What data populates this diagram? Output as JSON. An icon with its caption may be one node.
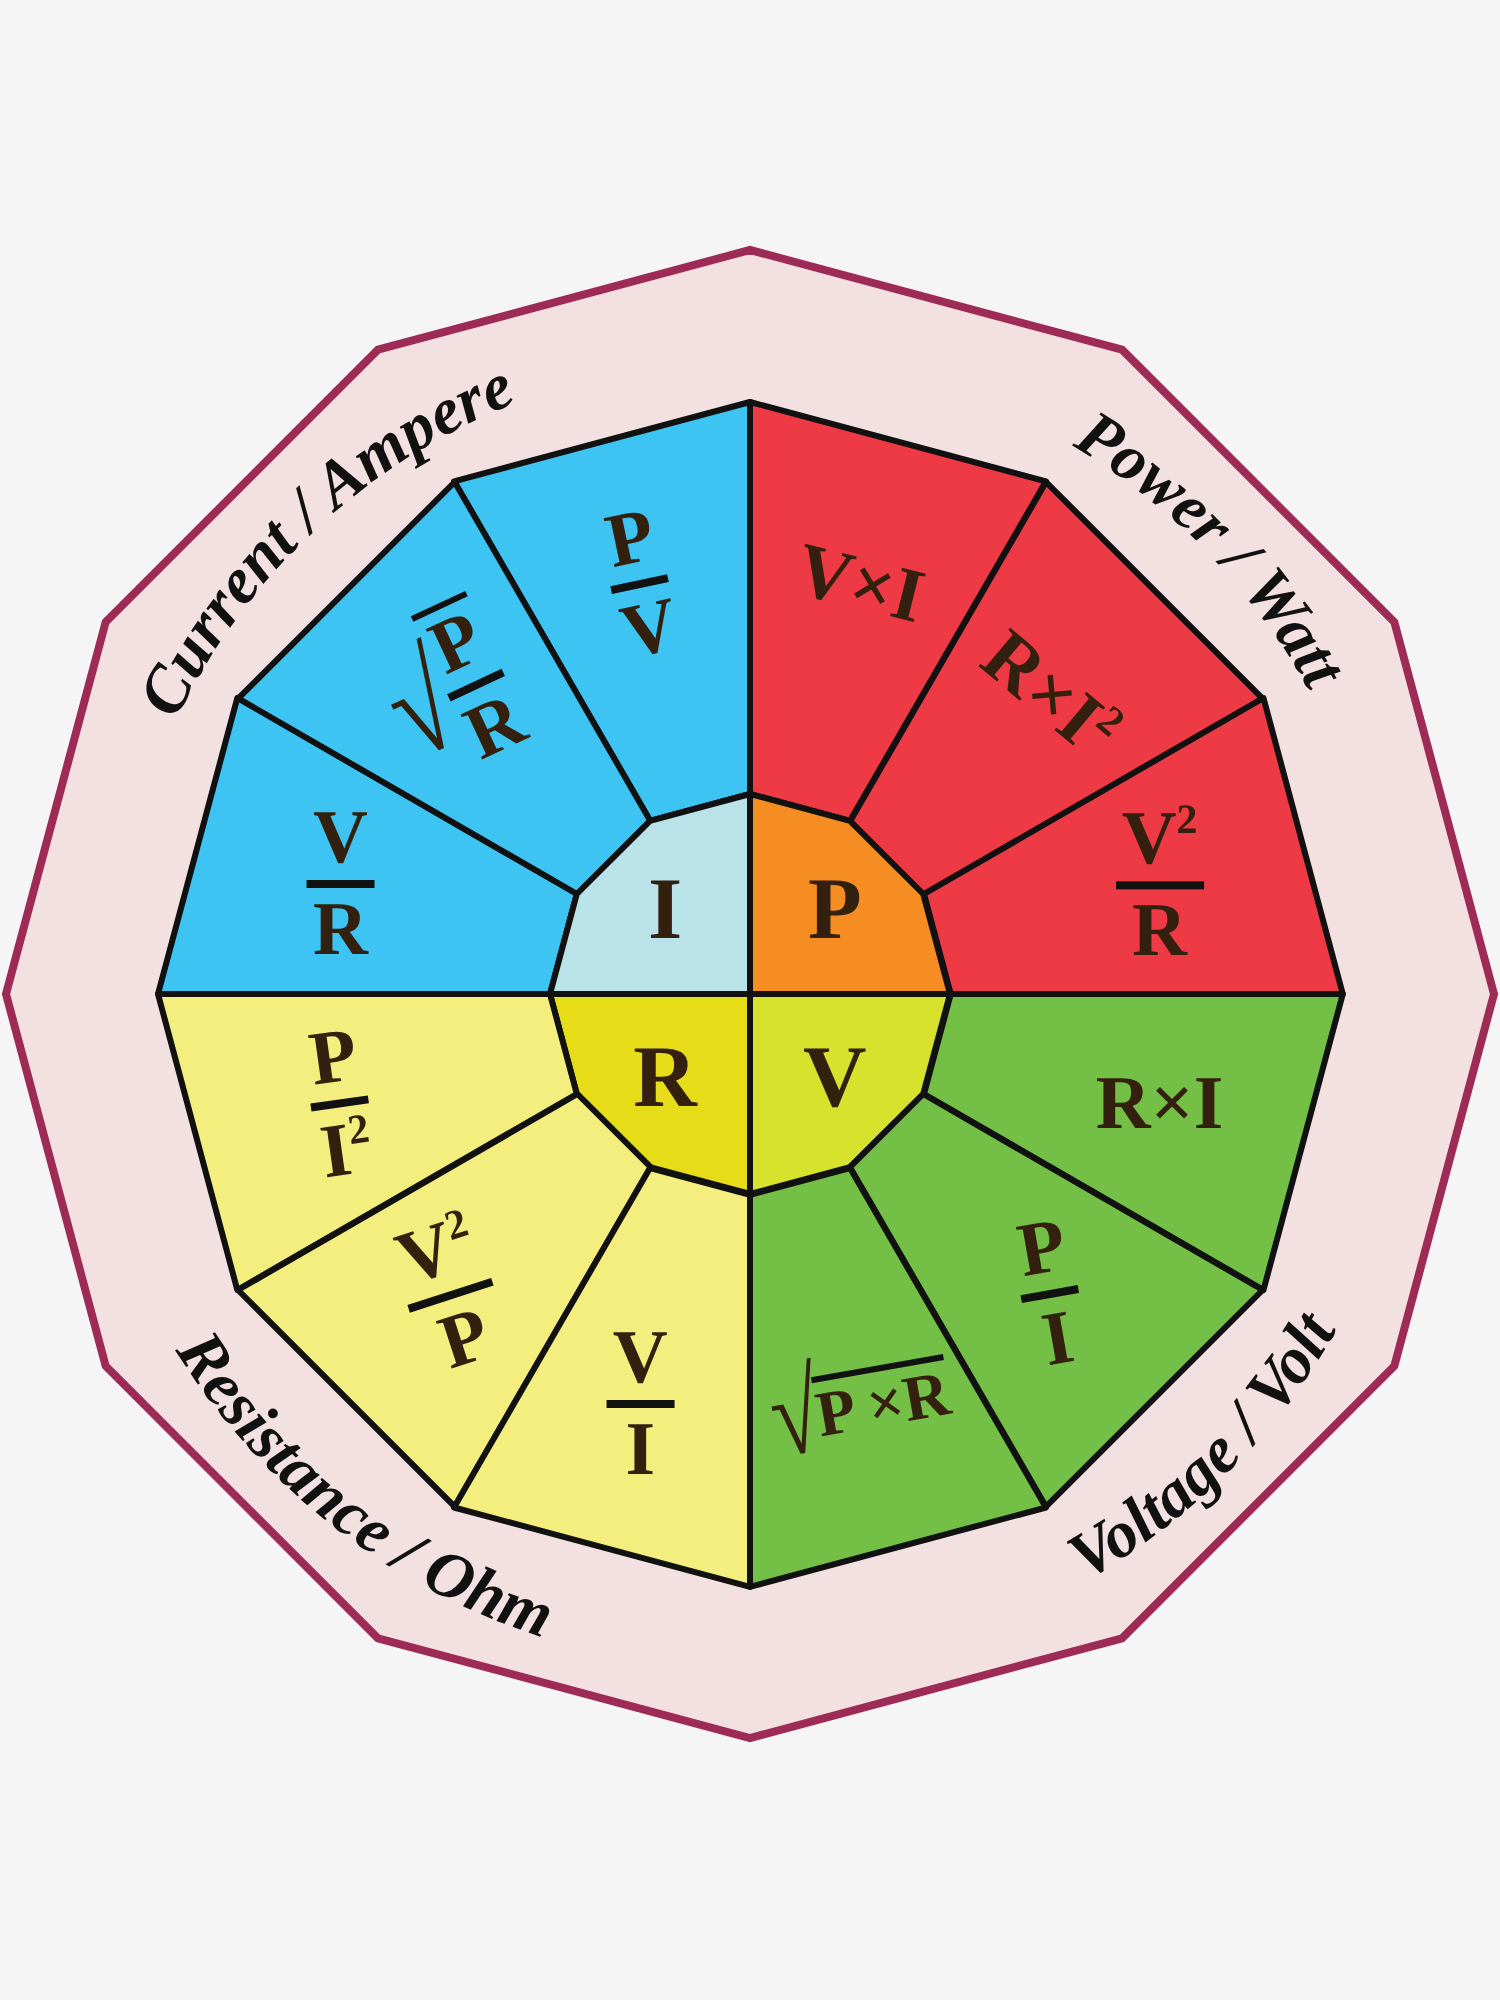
{
  "diagram": {
    "nodes": [
      {
        "text": [
          "P",
          "V"
        ]
      },
      {
        "text": [
          "√",
          "P",
          "R"
        ]
      },
      {
        "text": [
          "V",
          "R"
        ]
      },
      {
        "text": [
          "V×I"
        ]
      },
      {
        "text": [
          "R×I$^{2}$"
        ]
      },
      {
        "text": [
          "V$^{2}$",
          "R"
        ]
      },
      {
        "text": [
          "I"
        ]
      },
      {
        "text": [
          "P"
        ]
      },
      {
        "text": [
          "R"
        ]
      },
      {
        "text": [
          "V"
        ]
      },
      {
        "text": [
          "P",
          "I$^{2}$"
        ]
      },
      {
        "text": [
          "V$^{2}$",
          "P"
        ]
      },
      {
        "text": [
          "V",
          "I"
        ]
      },
      {
        "text": [
          "R×I"
        ]
      },
      {
        "text": [
          "P",
          "I"
        ]
      },
      {
        "text": [
          "√",
          "P ×R"
        ]
      }
    ],
    "labels": [
      "Current / Ampere",
      "Power / Watt",
      "Resistance / Ohm",
      "Voltage / Volt"
    ]
  }
}
